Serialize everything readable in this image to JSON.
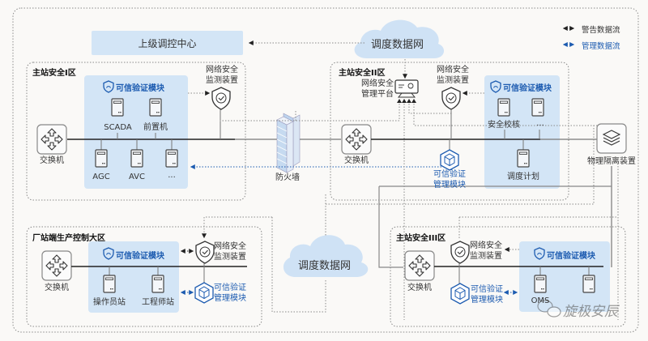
{
  "top_center": {
    "label": "上级调控中心"
  },
  "clouds": {
    "top": {
      "label": "调度数据网"
    },
    "middle": {
      "label": "调度数据网"
    }
  },
  "legend": {
    "items": [
      {
        "label": "警告数据流",
        "color": "#222222"
      },
      {
        "label": "管理数据流",
        "color": "#1c5bb0"
      }
    ]
  },
  "zones": {
    "zone1": {
      "title": "主站安全I区",
      "trust_module": "可信验证模块",
      "switch": "交换机",
      "monitor": [
        "网络安全",
        "监测装置"
      ],
      "servers_top": [
        "SCADA",
        "前置机"
      ],
      "servers_bottom": [
        "AGC",
        "AVC",
        "..."
      ]
    },
    "zone2": {
      "title": "主站安全II区",
      "switch": "交换机",
      "mgmt_platform": [
        "网络安全",
        "管理平台"
      ],
      "monitor": [
        "网络安全",
        "监测装置"
      ],
      "trust_module": "可信验证模块",
      "trust_mgmt": [
        "可信验证",
        "管理模块"
      ],
      "servers_top": [
        "安全校核",
        "..."
      ],
      "servers_bottom": [
        "调度计划"
      ]
    },
    "zone3": {
      "title": "主站安全III区",
      "switch": "交换机",
      "monitor": [
        "网络安全",
        "监测装置"
      ],
      "trust_module": "可信验证模块",
      "trust_mgmt": [
        "可信验证",
        "管理模块"
      ],
      "servers": [
        "OMS",
        ""
      ]
    },
    "plant": {
      "title": "厂站端生产控制大区",
      "switch": "交换机",
      "trust_module": "可信验证模块",
      "monitor": [
        "网络安全",
        "监测装置"
      ],
      "trust_mgmt": [
        "可信验证",
        "管理模块"
      ],
      "servers": [
        "操作员站",
        "工程师站"
      ]
    }
  },
  "firewall": {
    "label": "防火墙"
  },
  "isolator": {
    "label": "物理隔离装置"
  },
  "watermark": {
    "label": "旋极安辰"
  },
  "colors": {
    "panel": "#d3e5f6",
    "accent_blue": "#1c5bb0",
    "line_dark": "#222222",
    "line_gray": "#888888"
  }
}
